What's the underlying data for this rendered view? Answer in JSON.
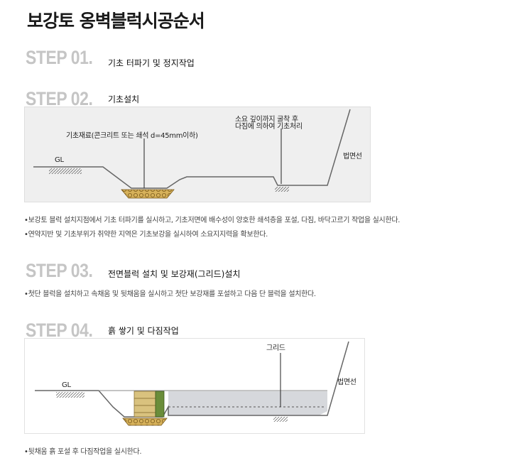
{
  "title": "보강토 옹벽블럭시공순서",
  "steps": [
    {
      "label": "STEP 01.",
      "desc": "기초 터파기 및 정지작업"
    },
    {
      "label": "STEP 02.",
      "desc": "기초설치"
    },
    {
      "label": "STEP 03.",
      "desc": "전면블럭 설치 및 보강재(그리드)설치"
    },
    {
      "label": "STEP 04.",
      "desc": "흙 쌓기 및 다짐작업"
    }
  ],
  "diagram1": {
    "base_label": "기초재료(콘크리트 또는 쇄석 d=45mm이하)",
    "depth_label_1": "소요 깊이까지 굴착 후",
    "depth_label_2": "다짐에 의하여 기초처리",
    "gl_label": "GL",
    "slope_label": "법면선"
  },
  "notes_step2": [
    "보강토 블럭 설치지점에서 기초 터파기를 실시하고, 기초저면에 배수성이 양호한 쇄석층을 포설, 다짐, 바닥고르기 작업을 실시한다.",
    "연약지반 및 기초부위가 취약한 지역은 기초보강을 실시하여 소요지지력을 확보한다."
  ],
  "notes_step3": [
    "첫단 블럭을 설치하고 속채움 및 뒷채움을 실시하고 첫단 보강재를 포설하고 다음 단 블럭을 설치한다."
  ],
  "diagram2": {
    "grid_label": "그리드",
    "gl_label": "GL",
    "slope_label": "법면선"
  },
  "notes_step4": [
    "뒷채움 흙 포설 후 다짐작업을 실시한다."
  ],
  "colors": {
    "step_gray": "#c5c5c5",
    "gravel": "#d6b15a",
    "block": "#d9c27e",
    "grid_green": "#6a8d3a",
    "fill": "#d6d8dc"
  }
}
